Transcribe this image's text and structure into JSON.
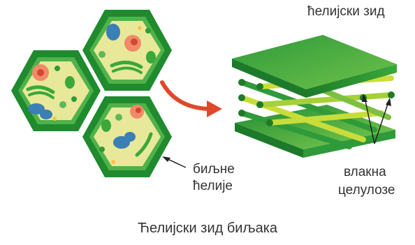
{
  "labels": {
    "cell_wall": "ћелијски зид",
    "plant_cells_line1": "биљне",
    "plant_cells_line2": "ћелије",
    "fibers_line1": "влакна",
    "fibers_line2": "целулозе"
  },
  "caption": "Ћелијски зид биљака",
  "colors": {
    "cell_wall_dark": "#1f8a2e",
    "cell_wall_mid": "#3aa83a",
    "cytoplasm": "#e8e89a",
    "nucleus": "#f08a6a",
    "vacuole": "#3a7fb5",
    "organelle": "#5cb85c",
    "fiber_light": "#c9dd3a",
    "fiber_dark": "#2f9a3a",
    "arrow": "#e0482a"
  }
}
